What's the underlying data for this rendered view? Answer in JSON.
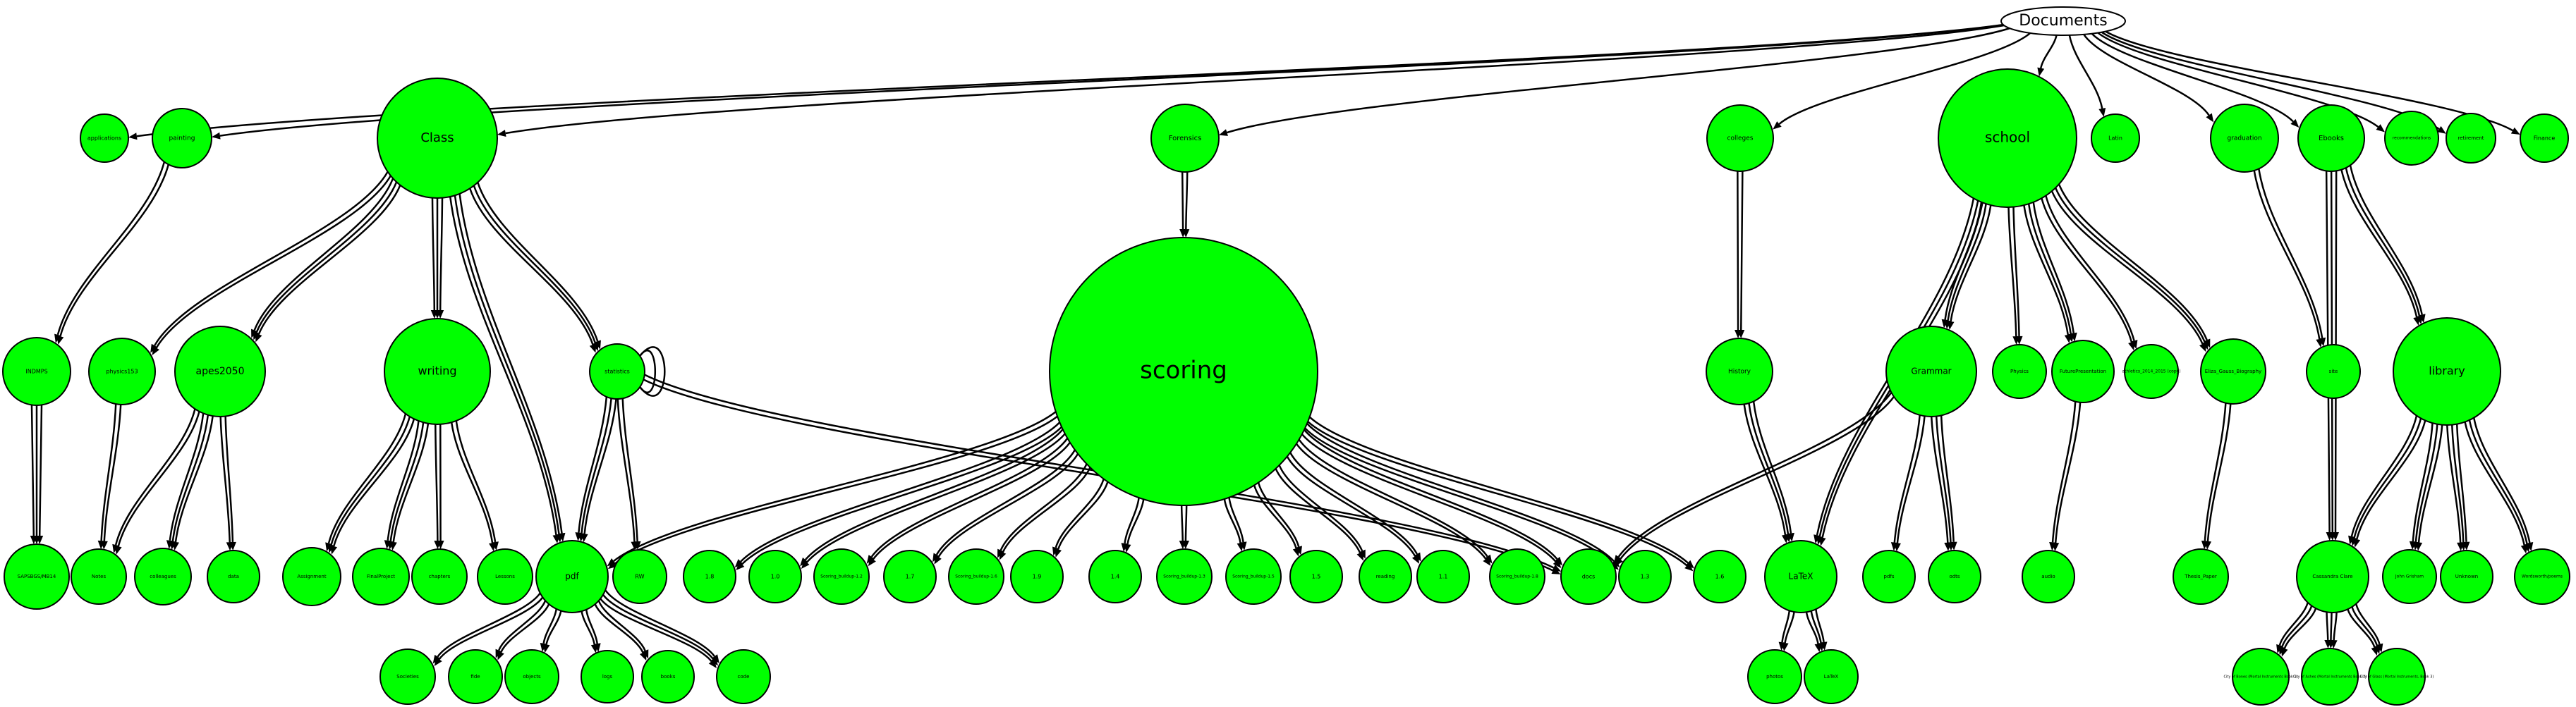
{
  "graph": {
    "colors": {
      "node_fill": "#00ff00",
      "root_fill": "#ffffff",
      "edge": "#000000"
    },
    "nodes": [
      {
        "id": "Documents",
        "label": "Documents"
      },
      {
        "id": "applications",
        "label": "applications"
      },
      {
        "id": "painting",
        "label": "painting"
      },
      {
        "id": "Class",
        "label": "Class"
      },
      {
        "id": "Forensics",
        "label": "Forensics"
      },
      {
        "id": "colleges",
        "label": "colleges"
      },
      {
        "id": "school",
        "label": "school"
      },
      {
        "id": "Latin",
        "label": "Latin"
      },
      {
        "id": "graduation",
        "label": "graduation"
      },
      {
        "id": "Ebooks",
        "label": "Ebooks"
      },
      {
        "id": "recommendations",
        "label": "recommendations"
      },
      {
        "id": "retirement",
        "label": "retirement"
      },
      {
        "id": "Finance",
        "label": "Finance"
      },
      {
        "id": "INDMPS",
        "label": "INDMPS"
      },
      {
        "id": "physics",
        "label": "physics153"
      },
      {
        "id": "apes2050",
        "label": "apes2050"
      },
      {
        "id": "writing",
        "label": "writing"
      },
      {
        "id": "statistics",
        "label": "statistics"
      },
      {
        "id": "scoring",
        "label": "scoring"
      },
      {
        "id": "History",
        "label": "History"
      },
      {
        "id": "Grammar",
        "label": "Grammar"
      },
      {
        "id": "Physics",
        "label": "Physics"
      },
      {
        "id": "FuturePresentation",
        "label": "FuturePresentation"
      },
      {
        "id": "AthleticAward",
        "label": "athletics_2014_2015 (copy)"
      },
      {
        "id": "Eliza",
        "label": "Eliza_Gauss_Biography"
      },
      {
        "id": "Latin2",
        "label": "site"
      },
      {
        "id": "library",
        "label": "library"
      },
      {
        "id": "SAPSBGS",
        "label": "SAPSBGS/MB14"
      },
      {
        "id": "Notes",
        "label": "Notes"
      },
      {
        "id": "colleagues",
        "label": "colleagues"
      },
      {
        "id": "data",
        "label": "data"
      },
      {
        "id": "Assignment",
        "label": "Assignment"
      },
      {
        "id": "FinalProject",
        "label": "FinalProject"
      },
      {
        "id": "chapters",
        "label": "chapters"
      },
      {
        "id": "Lessons",
        "label": "Lessons"
      },
      {
        "id": "pdf",
        "label": "pdf"
      },
      {
        "id": "RW",
        "label": "RW"
      },
      {
        "id": "s18",
        "label": "1.8"
      },
      {
        "id": "s10",
        "label": "1.0"
      },
      {
        "id": "s_buildup12",
        "label": "Scoring_buildup-1.2"
      },
      {
        "id": "s17",
        "label": "1.7"
      },
      {
        "id": "s_buildup16",
        "label": "Scoring_buildup-1.6"
      },
      {
        "id": "s19",
        "label": "1.9"
      },
      {
        "id": "s14",
        "label": "1.4"
      },
      {
        "id": "s_buildup13",
        "label": "Scoring_buildup-1.3"
      },
      {
        "id": "s_buildup15",
        "label": "Scoring_buildup-1.5"
      },
      {
        "id": "s15",
        "label": "1.5"
      },
      {
        "id": "s_reading",
        "label": "reading"
      },
      {
        "id": "s11",
        "label": "1.1"
      },
      {
        "id": "s_buildup18",
        "label": "Scoring_buildup-1.8"
      },
      {
        "id": "docs",
        "label": "docs"
      },
      {
        "id": "s13",
        "label": "1.3"
      },
      {
        "id": "s16",
        "label": "1.6"
      },
      {
        "id": "LaTeX",
        "label": "LaTeX"
      },
      {
        "id": "pdfs",
        "label": "pdfs"
      },
      {
        "id": "odts",
        "label": "odts"
      },
      {
        "id": "audio",
        "label": "audio"
      },
      {
        "id": "Thesis_Paper",
        "label": "Thesis_Paper"
      },
      {
        "id": "Cassandra",
        "label": "Cassandra Clare"
      },
      {
        "id": "JohnGrisham",
        "label": "John Grisham"
      },
      {
        "id": "Unknown",
        "label": "Unknown"
      },
      {
        "id": "Wordsworth",
        "label": "Wordsworth/poems"
      },
      {
        "id": "Societies",
        "label": "Societies"
      },
      {
        "id": "fide",
        "label": "fide"
      },
      {
        "id": "objects",
        "label": "objects"
      },
      {
        "id": "logs",
        "label": "logs"
      },
      {
        "id": "books",
        "label": "books"
      },
      {
        "id": "code",
        "label": "code"
      },
      {
        "id": "photos",
        "label": "photos"
      },
      {
        "id": "LaTeX2",
        "label": "LaTeX"
      },
      {
        "id": "CityBones",
        "label": "City of Bones (Mortal Instruments Book 1)"
      },
      {
        "id": "CityAshes",
        "label": "City of Ashes (Mortal Instruments Book 2)"
      },
      {
        "id": "CityGlass",
        "label": "City of Glass (Mortal Instruments, Book 3)"
      }
    ],
    "edges": [
      {
        "from": "Documents",
        "to": "applications",
        "count": 1
      },
      {
        "from": "Documents",
        "to": "painting",
        "count": 1
      },
      {
        "from": "Documents",
        "to": "Class",
        "count": 1
      },
      {
        "from": "Documents",
        "to": "Forensics",
        "count": 1
      },
      {
        "from": "Documents",
        "to": "colleges",
        "count": 1
      },
      {
        "from": "Documents",
        "to": "school",
        "count": 1
      },
      {
        "from": "Documents",
        "to": "Latin",
        "count": 1
      },
      {
        "from": "Documents",
        "to": "graduation",
        "count": 1
      },
      {
        "from": "Documents",
        "to": "Ebooks",
        "count": 1
      },
      {
        "from": "Documents",
        "to": "recommendations",
        "count": 1
      },
      {
        "from": "Documents",
        "to": "retirement",
        "count": 1
      },
      {
        "from": "Documents",
        "to": "Finance",
        "count": 1
      },
      {
        "from": "painting",
        "to": "INDMPS",
        "count": 2
      },
      {
        "from": "INDMPS",
        "to": "SAPSBGS",
        "count": 3
      },
      {
        "from": "physics",
        "to": "Notes",
        "count": 2
      },
      {
        "from": "Class",
        "to": "physics",
        "count": 2
      },
      {
        "from": "Class",
        "to": "apes2050",
        "count": 3
      },
      {
        "from": "Class",
        "to": "writing",
        "count": 3
      },
      {
        "from": "Class",
        "to": "statistics",
        "count": 3
      },
      {
        "from": "Class",
        "to": "pdf",
        "count": 3
      },
      {
        "from": "apes2050",
        "to": "Notes",
        "count": 2
      },
      {
        "from": "apes2050",
        "to": "colleagues",
        "count": 3
      },
      {
        "from": "apes2050",
        "to": "data",
        "count": 2
      },
      {
        "from": "writing",
        "to": "Assignment",
        "count": 3
      },
      {
        "from": "writing",
        "to": "FinalProject",
        "count": 3
      },
      {
        "from": "writing",
        "to": "chapters",
        "count": 2
      },
      {
        "from": "writing",
        "to": "Lessons",
        "count": 2
      },
      {
        "from": "statistics",
        "to": "pdf",
        "count": 3
      },
      {
        "from": "statistics",
        "to": "RW",
        "count": 2
      },
      {
        "from": "statistics",
        "to": "statistics",
        "count": 2
      },
      {
        "from": "pdf",
        "to": "Societies",
        "count": 2
      },
      {
        "from": "pdf",
        "to": "fide",
        "count": 2
      },
      {
        "from": "pdf",
        "to": "objects",
        "count": 2
      },
      {
        "from": "pdf",
        "to": "logs",
        "count": 2
      },
      {
        "from": "pdf",
        "to": "books",
        "count": 2
      },
      {
        "from": "pdf",
        "to": "code",
        "count": 3
      },
      {
        "from": "Forensics",
        "to": "scoring",
        "count": 2
      },
      {
        "from": "scoring",
        "to": "pdf",
        "count": 2
      },
      {
        "from": "scoring",
        "to": "s18",
        "count": 2
      },
      {
        "from": "scoring",
        "to": "s10",
        "count": 2
      },
      {
        "from": "scoring",
        "to": "s_buildup12",
        "count": 2
      },
      {
        "from": "scoring",
        "to": "s17",
        "count": 2
      },
      {
        "from": "scoring",
        "to": "s_buildup16",
        "count": 2
      },
      {
        "from": "scoring",
        "to": "s19",
        "count": 2
      },
      {
        "from": "scoring",
        "to": "s14",
        "count": 2
      },
      {
        "from": "scoring",
        "to": "s_buildup13",
        "count": 2
      },
      {
        "from": "scoring",
        "to": "s_buildup15",
        "count": 2
      },
      {
        "from": "scoring",
        "to": "s15",
        "count": 2
      },
      {
        "from": "scoring",
        "to": "s_reading",
        "count": 2
      },
      {
        "from": "scoring",
        "to": "s11",
        "count": 2
      },
      {
        "from": "scoring",
        "to": "s_buildup18",
        "count": 2
      },
      {
        "from": "scoring",
        "to": "docs",
        "count": 2
      },
      {
        "from": "scoring",
        "to": "s13",
        "count": 2
      },
      {
        "from": "scoring",
        "to": "s16",
        "count": 2
      },
      {
        "from": "statistics",
        "to": "docs",
        "count": 2
      },
      {
        "from": "colleges",
        "to": "History",
        "count": 2
      },
      {
        "from": "History",
        "to": "LaTeX",
        "count": 3
      },
      {
        "from": "school",
        "to": "LaTeX",
        "count": 3
      },
      {
        "from": "school",
        "to": "Grammar",
        "count": 3
      },
      {
        "from": "school",
        "to": "Physics",
        "count": 2
      },
      {
        "from": "school",
        "to": "FuturePresentation",
        "count": 3
      },
      {
        "from": "school",
        "to": "AthleticAward",
        "count": 2
      },
      {
        "from": "school",
        "to": "Eliza",
        "count": 3
      },
      {
        "from": "Grammar",
        "to": "docs",
        "count": 2
      },
      {
        "from": "Grammar",
        "to": "pdfs",
        "count": 2
      },
      {
        "from": "Grammar",
        "to": "odts",
        "count": 3
      },
      {
        "from": "FuturePresentation",
        "to": "audio",
        "count": 2
      },
      {
        "from": "Eliza",
        "to": "Thesis_Paper",
        "count": 2
      },
      {
        "from": "graduation",
        "to": "Latin2",
        "count": 2
      },
      {
        "from": "Ebooks",
        "to": "Cassandra",
        "count": 3
      },
      {
        "from": "Ebooks",
        "to": "library",
        "count": 3
      },
      {
        "from": "library",
        "to": "Cassandra",
        "count": 3
      },
      {
        "from": "library",
        "to": "JohnGrisham",
        "count": 3
      },
      {
        "from": "library",
        "to": "Unknown",
        "count": 3
      },
      {
        "from": "library",
        "to": "Wordsworth",
        "count": 3
      },
      {
        "from": "LaTeX",
        "to": "photos",
        "count": 2
      },
      {
        "from": "LaTeX",
        "to": "LaTeX2",
        "count": 3
      },
      {
        "from": "Cassandra",
        "to": "CityBones",
        "count": 3
      },
      {
        "from": "Cassandra",
        "to": "CityAshes",
        "count": 3
      },
      {
        "from": "Cassandra",
        "to": "CityGlass",
        "count": 3
      }
    ]
  }
}
